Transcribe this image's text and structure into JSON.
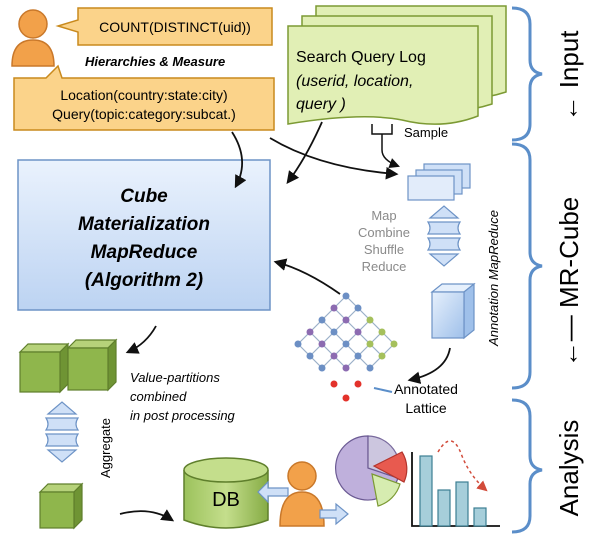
{
  "measure_callout": "COUNT(DISTINCT(uid))",
  "hierarchies_measure_label": "Hierarchies & Measure",
  "hierarchy_callout": [
    "Location(country:state:city)",
    "Query(topic:category:subcat.)"
  ],
  "query_log": {
    "title": "Search Query Log",
    "fields": [
      "(userid, location,",
      "query )"
    ]
  },
  "sample_label": "Sample",
  "cube_box": [
    "Cube",
    "Materialization",
    "MapReduce",
    "(Algorithm 2)"
  ],
  "map_steps": [
    "Map",
    "Combine",
    "Shuffle",
    "Reduce"
  ],
  "annotation_mapreduce_label": "Annotation MapReduce",
  "annotated_lattice_label": [
    "Annotated",
    "Lattice"
  ],
  "value_partitions_label": [
    "Value-partitions",
    "combined",
    "in post processing"
  ],
  "aggregate_label": "Aggregate",
  "db_label": "DB",
  "phases": {
    "input": "← Input",
    "mrcube": "←— MR-Cube",
    "analysis": "Analysis"
  },
  "colors": {
    "callout_fill": "#fbd38a",
    "callout_stroke": "#c98a1d",
    "log_fill": "#e1efb5",
    "log_stroke": "#7c9a34",
    "cube_fill": "#cfe0f7",
    "cube_stroke": "#6d93c6",
    "green_cube": "#8fb64c",
    "person": "#f2a14a",
    "brace": "#5b8ec9"
  }
}
